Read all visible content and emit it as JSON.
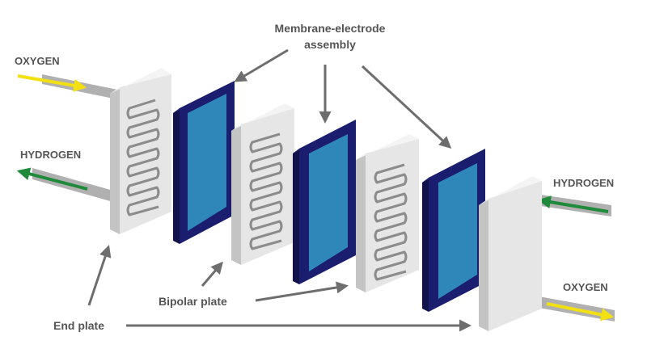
{
  "labels": {
    "oxygen_in": "OXYGEN",
    "hydrogen_out": "HYDROGEN",
    "hydrogen_in": "HYDROGEN",
    "oxygen_out": "OXYGEN",
    "mea_line1": "Membrane-electrode",
    "mea_line2": "assembly",
    "bipolar_plate": "Bipolar plate",
    "end_plate": "End plate"
  },
  "colors": {
    "plate_face": "#e6e6e6",
    "plate_side": "#c4c4c4",
    "plate_top": "#f4f4f4",
    "channel": "#8c8c8c",
    "mea_frame": "#1b1e6e",
    "mea_frame_side": "#11134a",
    "mea_membrane": "#2f86b8",
    "pipe": "#a9a9a9",
    "oxygen_arrow": "#f2e012",
    "hydrogen_arrow": "#1f8a3a",
    "pointer": "#6e6e6e",
    "text": "#555555"
  },
  "icons": {
    "oxygen_flow": "yellow-arrow-icon",
    "hydrogen_flow": "green-arrow-icon",
    "pointer": "gray-arrow-icon"
  }
}
